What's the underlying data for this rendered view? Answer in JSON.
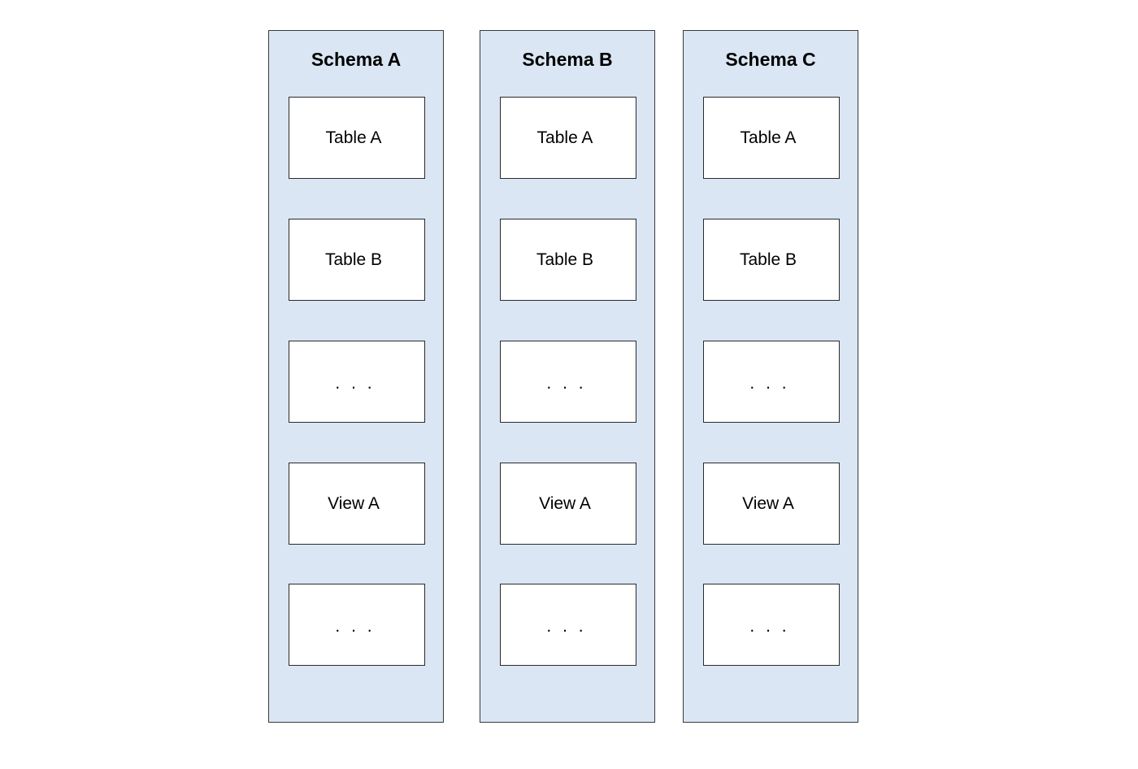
{
  "schemas": [
    {
      "title": "Schema A",
      "items": [
        "Table A",
        "Table B",
        ". . .",
        "View A",
        ". . ."
      ]
    },
    {
      "title": "Schema B",
      "items": [
        "Table A",
        "Table B",
        ". . .",
        "View A",
        ". . ."
      ]
    },
    {
      "title": "Schema C",
      "items": [
        "Table A",
        "Table B",
        ". . .",
        "View A",
        ". . ."
      ]
    }
  ],
  "colors": {
    "schema_fill": "#dae6f3",
    "border": "#2a2a2a",
    "item_fill": "#ffffff"
  }
}
